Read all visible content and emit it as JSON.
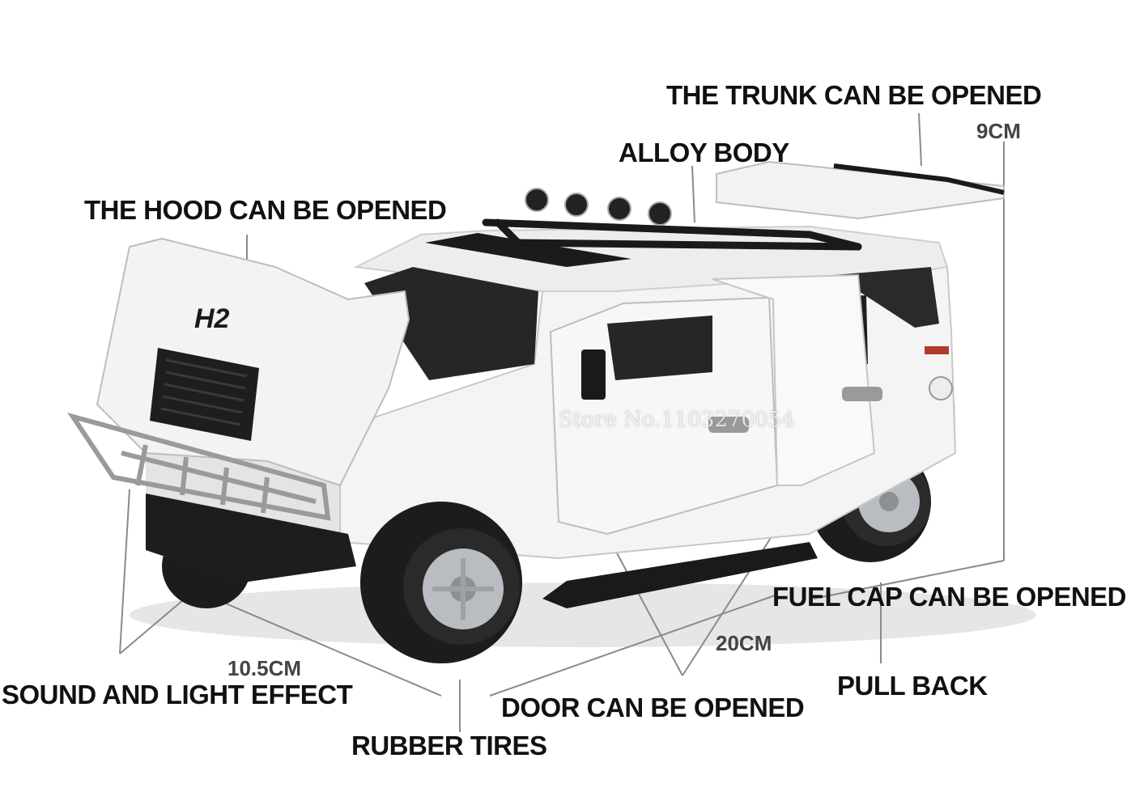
{
  "labels": {
    "trunk": "THE TRUNK CAN BE OPENED",
    "alloy": "ALLOY BODY",
    "hood": "THE HOOD CAN BE OPENED",
    "fuel": "FUEL CAP CAN BE OPENED",
    "pull": "PULL BACK",
    "door": "DOOR CAN BE OPENED",
    "sound": "SOUND AND LIGHT EFFECT",
    "tires": "RUBBER TIRES"
  },
  "dimensions": {
    "height": "9CM",
    "length": "20CM",
    "width": "10.5CM"
  },
  "hood_badge": "H2",
  "watermark": "Store No.1103270054",
  "colors": {
    "body": "#f4f4f4",
    "trim": "#1a1a1a",
    "wheel": "#b9bcc0",
    "text": "#111111",
    "lines": "#8a8a8a"
  }
}
